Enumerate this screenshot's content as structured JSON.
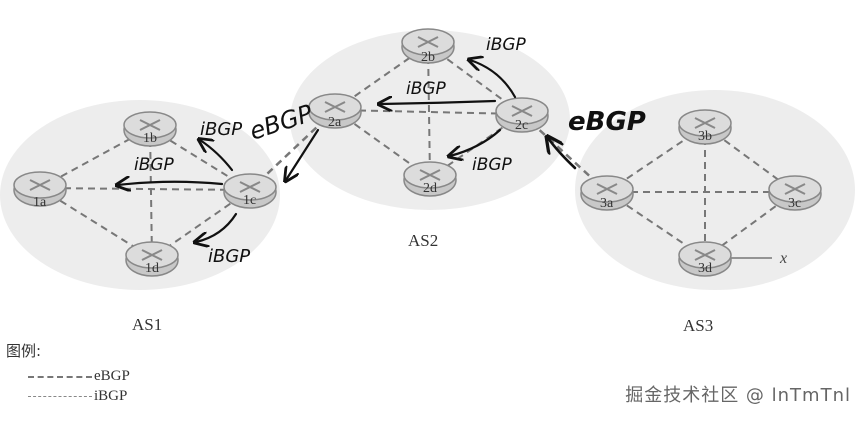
{
  "as_labels": {
    "as1": "AS1",
    "as2": "AS2",
    "as3": "AS3"
  },
  "routers": {
    "1a": "1a",
    "1b": "1b",
    "1c": "1c",
    "1d": "1d",
    "2a": "2a",
    "2b": "2b",
    "2c": "2c",
    "2d": "2d",
    "3a": "3a",
    "3b": "3b",
    "3c": "3c",
    "3d": "3d"
  },
  "annotations": {
    "ibgp_1c_1b": "iBGP",
    "ibgp_1c_1a": "iBGP",
    "ibgp_1c_1d": "iBGP",
    "ebgp_2a_1c": "eBGP",
    "ibgp_2c_2a": "iBGP",
    "ibgp_2c_2b": "iBGP",
    "ibgp_2c_2d": "iBGP",
    "ebgp_3a_2c": "eBGP"
  },
  "external_prefix": "x",
  "legend": {
    "title": "图例:",
    "ebgp": "eBGP",
    "ibgp": "iBGP"
  },
  "watermark": "掘金技术社区 @ lnTmTnl",
  "colors": {
    "link": "#777777",
    "router_fill": "#d3d3d3",
    "router_stroke": "#888888",
    "as_cloud": "#ececec",
    "ink": "#111111"
  }
}
